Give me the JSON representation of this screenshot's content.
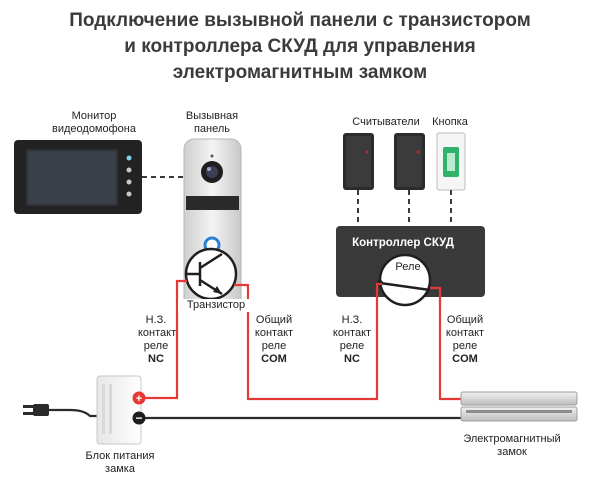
{
  "title": {
    "line1": "Подключение вызывной панели с транзистором",
    "line2": "и контроллера СКУД для управления",
    "line3": "электромагнитным замком"
  },
  "labels": {
    "monitor_line1": "Монитор",
    "monitor_line2": "видеодомофона",
    "panel_line1": "Вызывная",
    "panel_line2": "панель",
    "readers": "Считыватели",
    "button": "Кнопка",
    "controller": "Контроллер СКУД",
    "relay": "Реле",
    "transistor": "Транзистор",
    "nc_left": {
      "l1": "Н.З.",
      "l2": "контакт",
      "l3": "реле",
      "l4": "NC"
    },
    "com_left": {
      "l1": "Общий",
      "l2": "контакт",
      "l3": "реле",
      "l4": "COM"
    },
    "nc_right": {
      "l1": "Н.З.",
      "l2": "контакт",
      "l3": "реле",
      "l4": "NC"
    },
    "com_right": {
      "l1": "Общий",
      "l2": "контакт",
      "l3": "реле",
      "l4": "COM"
    },
    "psu_line1": "Блок питания",
    "psu_line2": "замка",
    "lock_line1": "Электромагнитный",
    "lock_line2": "замок",
    "plus": "+",
    "minus": "−"
  },
  "colors": {
    "positive_wire": "#e53935",
    "negative_wire": "#2b2b2b",
    "controller_bg": "#3a3a3a",
    "signal_dashes": "#3a3a3a"
  }
}
